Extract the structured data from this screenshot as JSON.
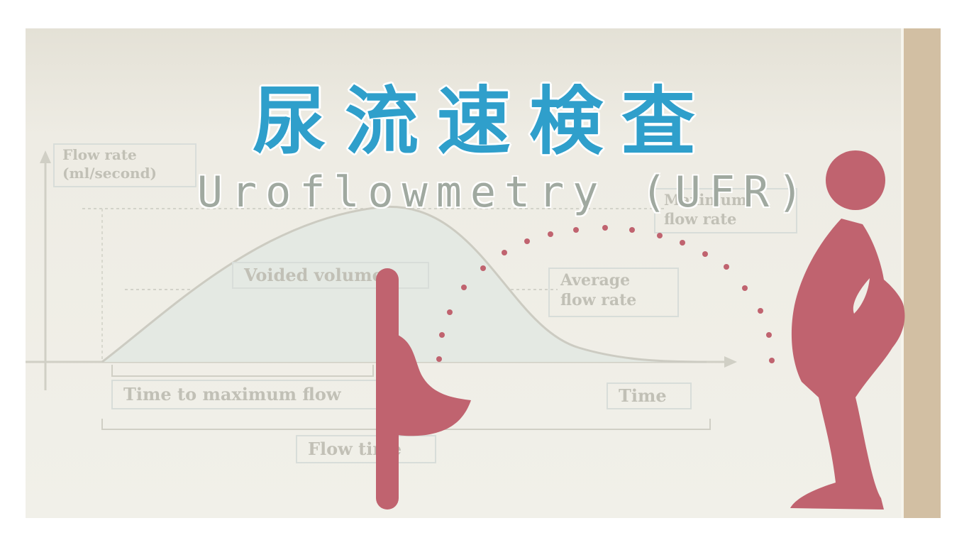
{
  "title": {
    "main": "尿流速検査",
    "sub": "Uroflowmetry (UFR)"
  },
  "chart": {
    "y_axis_label_line1": "Flow rate",
    "y_axis_label_line2": "(ml/second)",
    "max_label_line1": "Maximum",
    "max_label_line2": "flow rate",
    "avg_label_line1": "Average",
    "avg_label_line2": "flow rate",
    "voided_volume_label": "Voided volume",
    "time_to_max_label": "Time to maximum flow",
    "time_label": "Time",
    "flow_time_label": "Flow time"
  },
  "colors": {
    "title": "#2f9fcb",
    "subtitle": "#a0a9a0",
    "figure": "#c0636f",
    "background": "#eeece4",
    "wall": "#d2bfa3"
  },
  "icons": [
    "person-icon",
    "urinal-icon"
  ]
}
